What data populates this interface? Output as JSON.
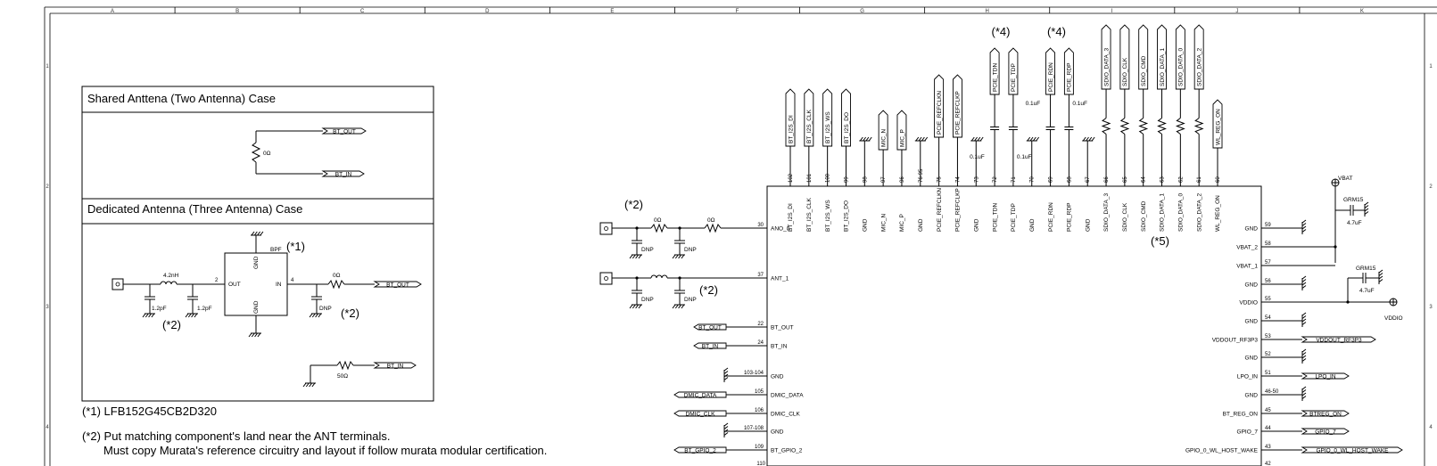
{
  "frame": {
    "columns": [
      "A",
      "B",
      "C",
      "D",
      "E",
      "F",
      "G",
      "H",
      "I",
      "J",
      "K"
    ],
    "rows": [
      "1",
      "2",
      "3",
      "4"
    ]
  },
  "boxes": {
    "shared_title": "Shared Anttena (Two Antenna) Case",
    "dedicated_title": "Dedicated Antenna (Three Antenna) Case"
  },
  "shared": {
    "r_value": "0Ω",
    "ports": [
      "BT_OUT",
      "BT_IN"
    ]
  },
  "dedicated": {
    "inductor": "4.2nH",
    "cap_left": "1.2pF",
    "cap_right": "1.2pF",
    "bpf_label": "BPF",
    "bpf_mark": "(*1)",
    "pins": {
      "gnd_top": "GND",
      "gnd_bot": "GND",
      "out": "OUT",
      "in": "IN",
      "out_num": "2",
      "in_num": "4"
    },
    "r_value": "0Ω",
    "dnp": "DNP",
    "mark_left": "(*2)",
    "mark_right": "(*2)",
    "port_out": "BT_OUT",
    "port_in": "BT_IN",
    "r50": "50Ω"
  },
  "notes": {
    "n1": "(*1) LFB152G45CB2D320",
    "n2a": "(*2) Put matching component's land near the ANT terminals.",
    "n2b": "Must copy Murata's reference circuitry and layout if follow murata modular certification."
  },
  "ant_circuit": {
    "mark_top": "(*2)",
    "mark_bot": "(*2)",
    "r_labels": [
      "0Ω",
      "0Ω"
    ],
    "dnp": "DNP"
  },
  "chip": {
    "mark": "(*5)",
    "top_pins": [
      {
        "num": "102",
        "label": "BT_I2S_DI"
      },
      {
        "num": "101",
        "label": "BT_I2S_CLK"
      },
      {
        "num": "100",
        "label": "BT_I2S_WS"
      },
      {
        "num": "99",
        "label": "BT_I2S_DO"
      },
      {
        "num": "98",
        "label": "GND"
      },
      {
        "num": "97",
        "label": "MIC_N"
      },
      {
        "num": "96",
        "label": "MIC_P"
      },
      {
        "num": "76-95",
        "label": "GND"
      },
      {
        "num": "75",
        "label": "PCIE_REFCLKN"
      },
      {
        "num": "74",
        "label": "PCIE_REFCLKP"
      },
      {
        "num": "73",
        "label": "GND"
      },
      {
        "num": "72",
        "label": "PCIE_TDN"
      },
      {
        "num": "71",
        "label": "PCIE_TDP"
      },
      {
        "num": "70",
        "label": "GND"
      },
      {
        "num": "69",
        "label": "PCIE_RDN"
      },
      {
        "num": "68",
        "label": "PCIE_RDP"
      },
      {
        "num": "67",
        "label": "GND"
      },
      {
        "num": "66",
        "label": "SDIO_DATA_3"
      },
      {
        "num": "65",
        "label": "SDIO_CLK"
      },
      {
        "num": "64",
        "label": "SDIO_CMD"
      },
      {
        "num": "63",
        "label": "SDIO_DATA_1"
      },
      {
        "num": "62",
        "label": "SDIO_DATA_0"
      },
      {
        "num": "61",
        "label": "SDIO_DATA_2"
      },
      {
        "num": "60",
        "label": "WL_REG_ON"
      }
    ],
    "top_ports": [
      "BT_I2S_DI",
      "BT_I2S_CLK",
      "BT_I2S_WS",
      "BT_I2S_DO",
      "MIC_N",
      "MIC_P",
      "PCIE_REFCLKN",
      "PCIE_REFCLKP",
      "PCIE_TDN",
      "PCIE_TDP",
      "PCIE_RDN",
      "PCIE_RDP",
      "SDIO_DATA_3",
      "SDIO_CLK",
      "SDIO_CMD",
      "SDIO_DATA_1",
      "SDIO_DATA_0",
      "SDIO_DATA_2",
      "WL_REG_ON"
    ],
    "top_marks": [
      "(*4)",
      "(*4)"
    ],
    "top_caps": [
      "0.1uF",
      "0.1uF",
      "0.1uF",
      "0.1uF"
    ],
    "left_pins": [
      {
        "num": "30",
        "label": "ANO_0"
      },
      {
        "num": "37",
        "label": "ANT_1"
      },
      {
        "num": "22",
        "label": "BT_OUT",
        "port": "BT_OUT"
      },
      {
        "num": "24",
        "label": "BT_IN",
        "port": "BT_IN"
      },
      {
        "num": "103-104",
        "label": "GND"
      },
      {
        "num": "105",
        "label": "DMIC_DATA",
        "port": "DMIC_DATA"
      },
      {
        "num": "106",
        "label": "DMIC_CLK",
        "port": "DMIC_CLK"
      },
      {
        "num": "107-108",
        "label": "GND"
      },
      {
        "num": "109",
        "label": "BT_GPIO_2",
        "port": "BT_GPIO_2"
      },
      {
        "num": "110",
        "label": ""
      }
    ],
    "right_pins": [
      {
        "num": "59",
        "label": "GND"
      },
      {
        "num": "58",
        "label": "VBAT_2"
      },
      {
        "num": "57",
        "label": "VBAT_1"
      },
      {
        "num": "56",
        "label": "GND"
      },
      {
        "num": "55",
        "label": "VDDIO"
      },
      {
        "num": "54",
        "label": "GND"
      },
      {
        "num": "53",
        "label": "VDDOUT_RF3P3",
        "port": "VDDOUT_RF3P3"
      },
      {
        "num": "52",
        "label": "GND"
      },
      {
        "num": "51",
        "label": "LPO_IN",
        "port": "LPO_IN"
      },
      {
        "num": "46-50",
        "label": "GND"
      },
      {
        "num": "45",
        "label": "BT_REG_ON",
        "port": "BTREG_ON"
      },
      {
        "num": "44",
        "label": "GPIO_7",
        "port": "GPIO_7"
      },
      {
        "num": "43",
        "label": "GPIO_0_WL_HOST_WAKE",
        "port": "GPIO_0_WL_HOST_WAKE"
      },
      {
        "num": "42",
        "label": ""
      }
    ]
  },
  "power": {
    "vbat": "VBAT",
    "vddio": "VDDIO",
    "grm_top": "GRM15",
    "grm_bot": "GRM15",
    "cap_top": "4.7uF",
    "cap_bot": "4.7uF"
  }
}
